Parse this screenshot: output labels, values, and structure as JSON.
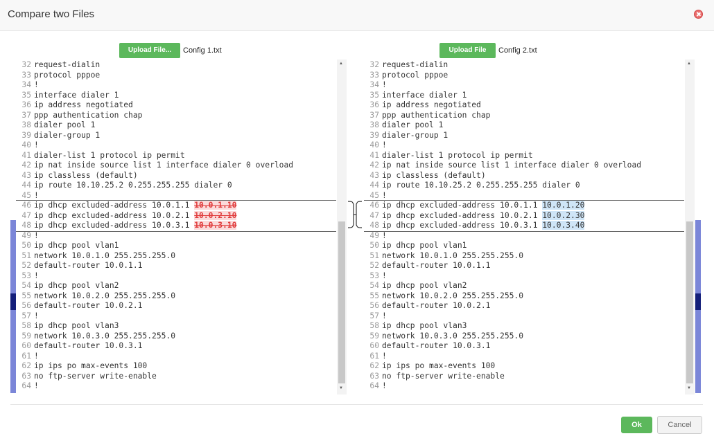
{
  "dialog": {
    "title": "Compare two Files"
  },
  "left": {
    "upload_label": "Upload File...",
    "file_name": "Config 1.txt",
    "lines": [
      {
        "n": "32",
        "t": "request-dialin"
      },
      {
        "n": "33",
        "t": "protocol pppoe"
      },
      {
        "n": "34",
        "t": "!"
      },
      {
        "n": "35",
        "t": "interface dialer 1"
      },
      {
        "n": "36",
        "t": "ip address negotiated"
      },
      {
        "n": "37",
        "t": "ppp authentication chap"
      },
      {
        "n": "38",
        "t": "dialer pool 1"
      },
      {
        "n": "39",
        "t": "dialer-group 1"
      },
      {
        "n": "40",
        "t": "!"
      },
      {
        "n": "41",
        "t": "dialer-list 1 protocol ip permit"
      },
      {
        "n": "42",
        "t": "ip nat inside source list 1 interface dialer 0 overload"
      },
      {
        "n": "43",
        "t": "ip classless (default)"
      },
      {
        "n": "44",
        "t": "ip route 10.10.25.2 0.255.255.255 dialer 0"
      },
      {
        "n": "45",
        "t": "!"
      },
      {
        "n": "46",
        "t": "ip dhcp excluded-address 10.0.1.1 ",
        "d": "10.0.1.10"
      },
      {
        "n": "47",
        "t": "ip dhcp excluded-address 10.0.2.1 ",
        "d": "10.0.2.10"
      },
      {
        "n": "48",
        "t": "ip dhcp excluded-address 10.0.3.1 ",
        "d": "10.0.3.10"
      },
      {
        "n": "49",
        "t": "!"
      },
      {
        "n": "50",
        "t": "ip dhcp pool vlan1"
      },
      {
        "n": "51",
        "t": "network 10.0.1.0 255.255.255.0"
      },
      {
        "n": "52",
        "t": "default-router 10.0.1.1"
      },
      {
        "n": "53",
        "t": "!"
      },
      {
        "n": "54",
        "t": "ip dhcp pool vlan2"
      },
      {
        "n": "55",
        "t": "network 10.0.2.0 255.255.255.0"
      },
      {
        "n": "56",
        "t": "default-router 10.0.2.1"
      },
      {
        "n": "57",
        "t": "!"
      },
      {
        "n": "58",
        "t": "ip dhcp pool vlan3"
      },
      {
        "n": "59",
        "t": "network 10.0.3.0 255.255.255.0"
      },
      {
        "n": "60",
        "t": "default-router 10.0.3.1"
      },
      {
        "n": "61",
        "t": "!"
      },
      {
        "n": "62",
        "t": "ip ips po max-events 100"
      },
      {
        "n": "63",
        "t": "no ftp-server write-enable"
      },
      {
        "n": "64",
        "t": "!"
      }
    ]
  },
  "right": {
    "upload_label": "Upload File",
    "file_name": "Config 2.txt",
    "lines": [
      {
        "n": "32",
        "t": "request-dialin"
      },
      {
        "n": "33",
        "t": "protocol pppoe"
      },
      {
        "n": "34",
        "t": "!"
      },
      {
        "n": "35",
        "t": "interface dialer 1"
      },
      {
        "n": "36",
        "t": "ip address negotiated"
      },
      {
        "n": "37",
        "t": "ppp authentication chap"
      },
      {
        "n": "38",
        "t": "dialer pool 1"
      },
      {
        "n": "39",
        "t": "dialer-group 1"
      },
      {
        "n": "40",
        "t": "!"
      },
      {
        "n": "41",
        "t": "dialer-list 1 protocol ip permit"
      },
      {
        "n": "42",
        "t": "ip nat inside source list 1 interface dialer 0 overload"
      },
      {
        "n": "43",
        "t": "ip classless (default)"
      },
      {
        "n": "44",
        "t": "ip route 10.10.25.2 0.255.255.255 dialer 0"
      },
      {
        "n": "45",
        "t": "!"
      },
      {
        "n": "46",
        "t": "ip dhcp excluded-address 10.0.1.1 ",
        "a": "10.0.1.20"
      },
      {
        "n": "47",
        "t": "ip dhcp excluded-address 10.0.2.1 ",
        "a": "10.0.2.30"
      },
      {
        "n": "48",
        "t": "ip dhcp excluded-address 10.0.3.1 ",
        "a": "10.0.3.40"
      },
      {
        "n": "49",
        "t": "!"
      },
      {
        "n": "50",
        "t": "ip dhcp pool vlan1"
      },
      {
        "n": "51",
        "t": "network 10.0.1.0 255.255.255.0"
      },
      {
        "n": "52",
        "t": "default-router 10.0.1.1"
      },
      {
        "n": "53",
        "t": "!"
      },
      {
        "n": "54",
        "t": "ip dhcp pool vlan2"
      },
      {
        "n": "55",
        "t": "network 10.0.2.0 255.255.255.0"
      },
      {
        "n": "56",
        "t": "default-router 10.0.2.1"
      },
      {
        "n": "57",
        "t": "!"
      },
      {
        "n": "58",
        "t": "ip dhcp pool vlan3"
      },
      {
        "n": "59",
        "t": "network 10.0.3.0 255.255.255.0"
      },
      {
        "n": "60",
        "t": "default-router 10.0.3.1"
      },
      {
        "n": "61",
        "t": "!"
      },
      {
        "n": "62",
        "t": "ip ips po max-events 100"
      },
      {
        "n": "63",
        "t": "no ftp-server write-enable"
      },
      {
        "n": "64",
        "t": "!"
      }
    ]
  },
  "footer": {
    "ok_label": "Ok",
    "cancel_label": "Cancel"
  },
  "colors": {
    "accent_green": "#5cb85c",
    "deleted": "#e03c3c",
    "deleted_bg": "#fbdada",
    "added_bg": "#cfe5f7",
    "diff_ruler": "#7b86d8"
  }
}
